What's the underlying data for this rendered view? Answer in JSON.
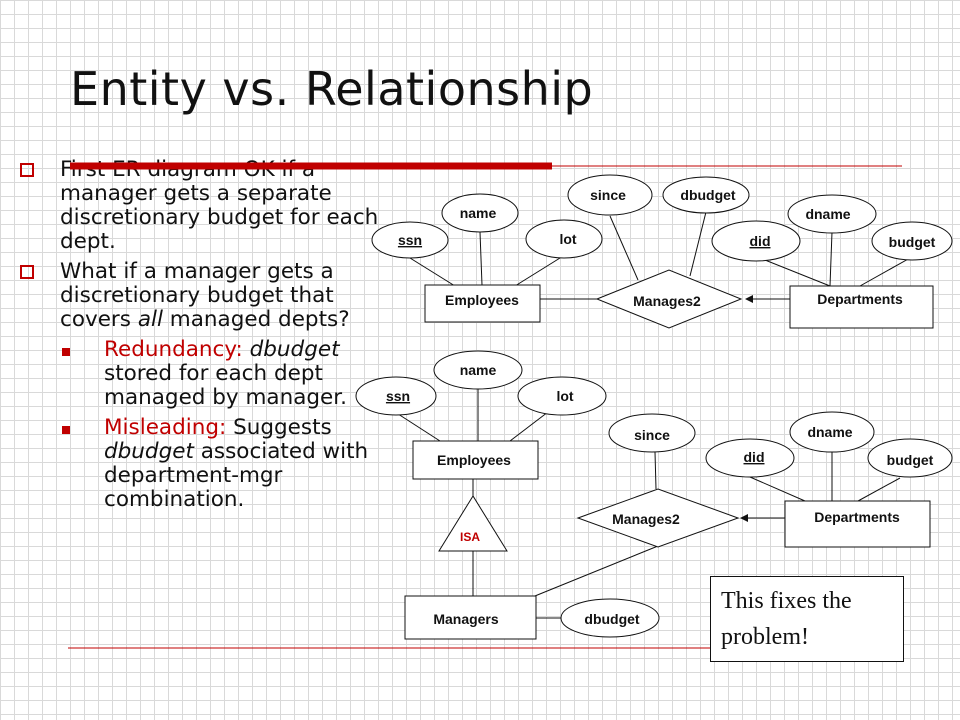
{
  "slide": {
    "title": "Entity vs. Relationship"
  },
  "bullets": {
    "b1": "First ER diagram OK if a manager gets a separate discretionary budget for each dept.",
    "b2_before": "What if a manager gets a discretionary budget that covers ",
    "b2_em": "all",
    "b2_after": " managed depts?",
    "sub1_label": "Redundancy:",
    "sub1_em": "dbudget",
    "sub1_after": " stored for each dept managed by manager.",
    "sub2_label": "Misleading:",
    "sub2_before": " Suggests ",
    "sub2_em": "dbudget",
    "sub2_after": " associated with department-mgr combination."
  },
  "diagram1": {
    "attr_ssn": "ssn",
    "attr_name": "name",
    "attr_lot": "lot",
    "attr_since": "since",
    "attr_dbudget": "dbudget",
    "attr_did": "did",
    "attr_dname": "dname",
    "attr_budget": "budget",
    "entity_employees": "Employees",
    "relationship": "Manages2",
    "entity_departments": "Departments"
  },
  "diagram2": {
    "attr_ssn": "ssn",
    "attr_name": "name",
    "attr_lot": "lot",
    "entity_employees": "Employees",
    "isa": "ISA",
    "entity_managers": "Managers",
    "attr_dbudget": "dbudget",
    "attr_since": "since",
    "relationship": "Manages2",
    "attr_did": "did",
    "attr_dname": "dname",
    "attr_budget": "budget",
    "entity_departments": "Departments"
  },
  "note": {
    "text": "This fixes the problem!"
  },
  "colors": {
    "accent": "#c00000",
    "grid": "#d9d9d9"
  }
}
